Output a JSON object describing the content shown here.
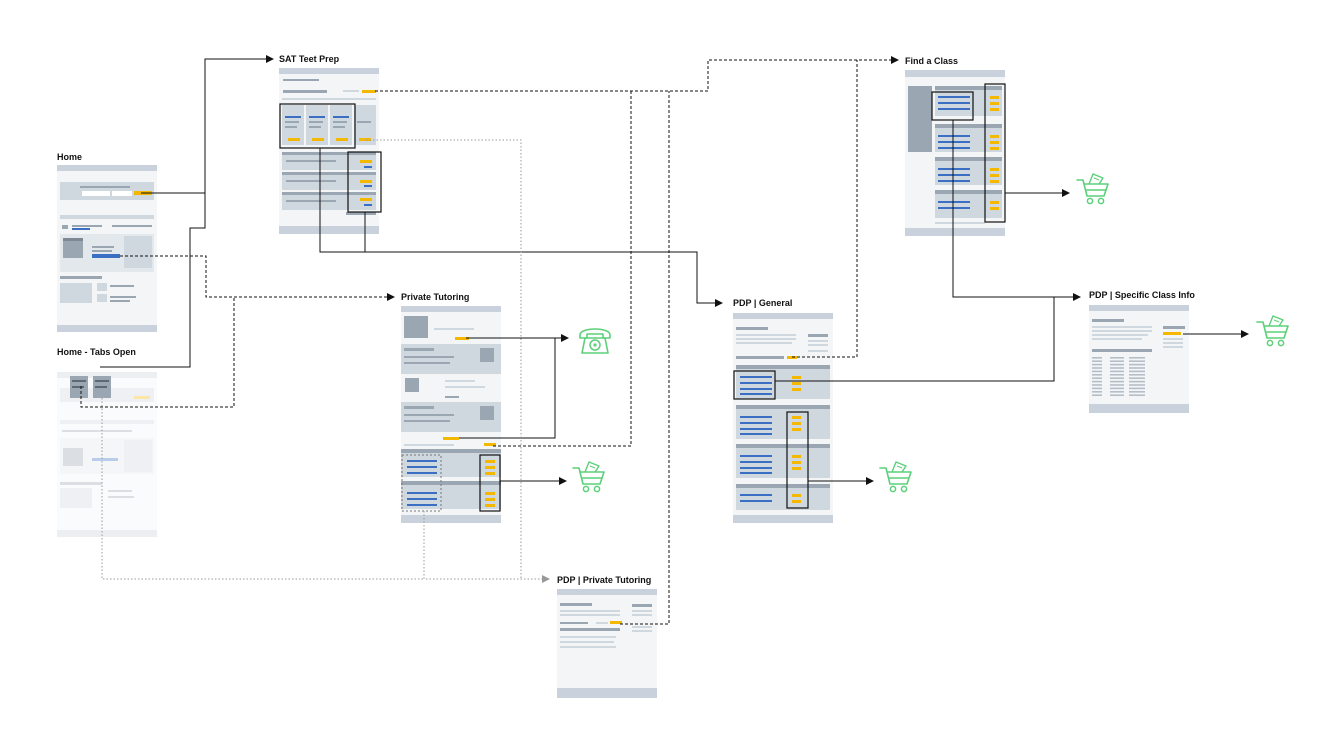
{
  "pages": {
    "home": "Home",
    "home_tabs": "Home - Tabs Open",
    "sat": "SAT Teet Prep",
    "private": "Private Tutoring",
    "pdp_private": "PDP | Private Tutoring",
    "pdp_general": "PDP | General",
    "find_class": "Find a Class",
    "pdp_specific": "PDP | Specific Class Info"
  },
  "icons": {
    "cart": "shopping-cart-icon",
    "phone": "telephone-icon"
  },
  "colors": {
    "frame_bg": "#f3f5f7",
    "frame_bar": "#c9d2dc",
    "block": "#cfd7df",
    "text_line": "#9aa6b2",
    "accent": "#f5b800",
    "link_blue": "#3a6fc4",
    "icon_green": "#5cd07a",
    "connector": "#111111",
    "dotted": "#9a9a9a"
  }
}
